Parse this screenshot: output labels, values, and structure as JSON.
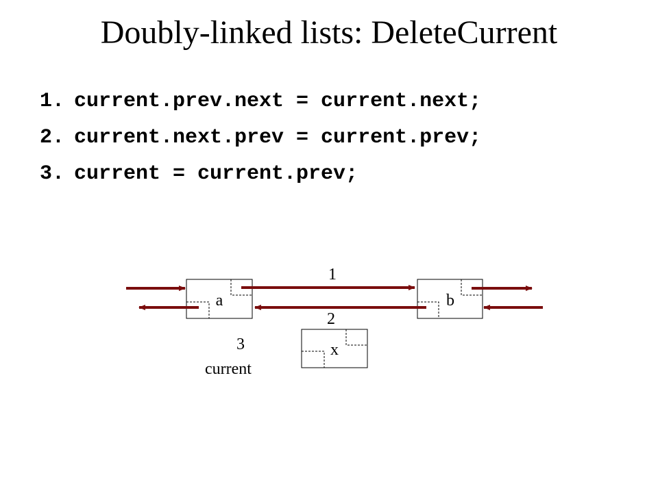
{
  "slide": {
    "title": "Doubly-linked lists: DeleteCurrent"
  },
  "code": [
    {
      "number": "1.",
      "text": "current.prev.next = current.next;"
    },
    {
      "number": "2.",
      "text": "current.next.prev = current.prev;"
    },
    {
      "number": "3.",
      "text": "current = current.prev;"
    }
  ],
  "diagram": {
    "nodes": {
      "a": "a",
      "b": "b",
      "x": "x"
    },
    "steps": {
      "step1": "1",
      "step2": "2",
      "step3": "3"
    },
    "variable": "current",
    "arrow_color": "#7a0d0d"
  }
}
